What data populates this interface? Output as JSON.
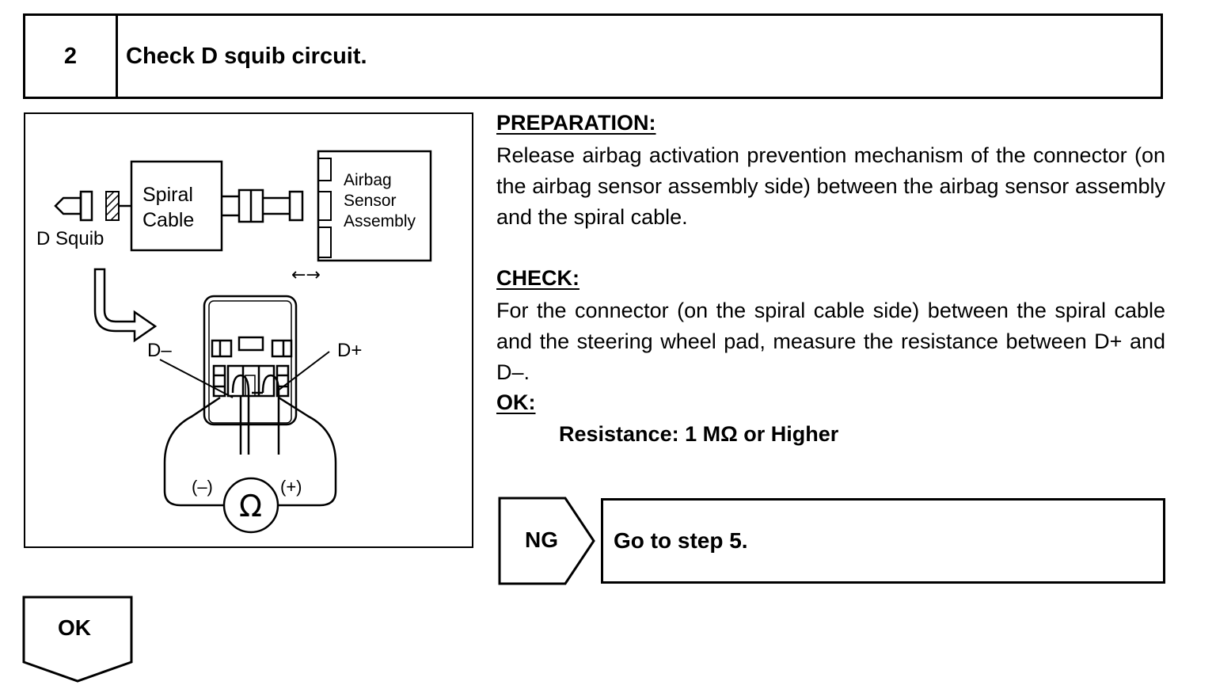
{
  "step": {
    "number": "2",
    "title": "Check D squib circuit."
  },
  "figure": {
    "label_d_squib": "D Squib",
    "label_spiral": "Spiral",
    "label_cable": "Cable",
    "label_airbag": "Airbag",
    "label_sensor": "Sensor",
    "label_assembly": "Assembly",
    "arrows": "←→",
    "label_d_minus": "D–",
    "label_d_plus": "D+",
    "label_neg": "(–)",
    "label_pos": "(+)",
    "ohm_symbol": "Ω"
  },
  "preparation": {
    "heading": "PREPARATION:",
    "text": "Release airbag activation prevention mechanism of the connector (on the airbag sensor assembly side) between the airbag sensor assembly and the spiral cable."
  },
  "check": {
    "heading": "CHECK:",
    "text": "For the connector (on the spiral cable side) between the spiral cable and the steering wheel pad, measure the resistance between D+ and D–."
  },
  "ok_spec": {
    "heading": "OK:",
    "value": "Resistance: 1 MΩ  or Higher"
  },
  "ng_branch": {
    "label": "NG",
    "action": "Go to step 5."
  },
  "ok_branch": {
    "label": "OK"
  }
}
